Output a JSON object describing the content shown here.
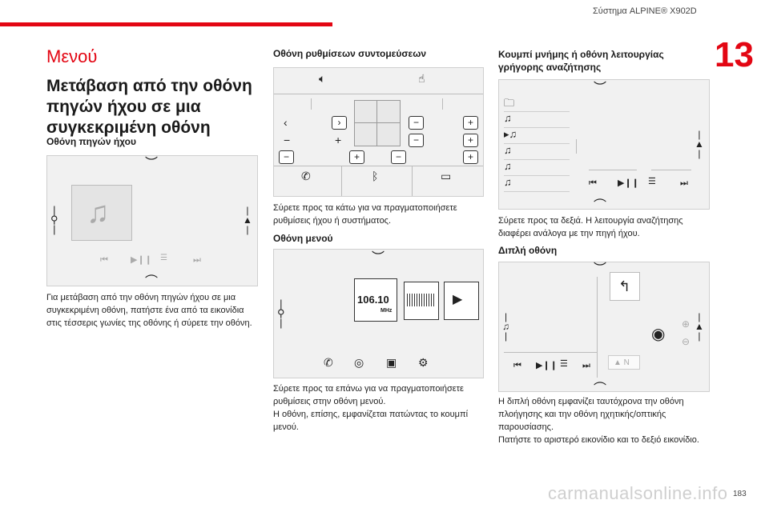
{
  "header": {
    "title": "Σύστημα ALPINE® X902D",
    "chapter": "13"
  },
  "left": {
    "menu_title": "Μενού",
    "heading": "Μετάβαση από την οθόνη πηγών ήχου σε μια συγκεκριμένη οθόνη",
    "subheading": "Οθόνη πηγών ήχου",
    "description": "Για μετάβαση από την οθόνη πηγών ήχου σε μια συγκεκριμένη οθόνη, πατήστε ένα από τα εικονίδια στις τέσσερις γωνίες της οθόνης ή σύρετε την οθόνη."
  },
  "middle": {
    "shortcut_heading": "Οθόνη ρυθμίσεων συντομεύσεων",
    "shortcut_description": "Σύρετε προς τα κάτω για να πραγματοποιήσετε ρυθμίσεις ήχου ή συστήματος.",
    "menu_heading": "Οθόνη μενού",
    "radio_frequency": "106.10",
    "radio_unit": "MHz",
    "menu_description_1": "Σύρετε προς τα επάνω για να πραγματοποιήσετε ρυθμίσεις στην οθόνη μενού.",
    "menu_description_2": "Η οθόνη, επίσης, εμφανίζεται πατώντας το κουμπί μενού."
  },
  "right": {
    "memory_heading": "Κουμπί μνήμης ή οθόνη λειτουργίας γρήγορης αναζήτησης",
    "memory_description": "Σύρετε προς τα δεξιά. Η λειτουργία αναζήτησης διαφέρει ανάλογα με την πηγή ήχου.",
    "dual_heading": "Διπλή οθόνη",
    "dual_description_1": "Η διπλή οθόνη εμφανίζει ταυτόχρονα την οθόνη πλοήγησης και την οθόνη ηχητικής/οπτικής παρουσίασης.",
    "dual_description_2": "Πατήστε το αριστερό εικονίδιο και το δεξιό εικονίδιο."
  },
  "footer": {
    "page_number": "183",
    "watermark": "carmanualsonline.info"
  },
  "colors": {
    "accent": "#e30613"
  }
}
